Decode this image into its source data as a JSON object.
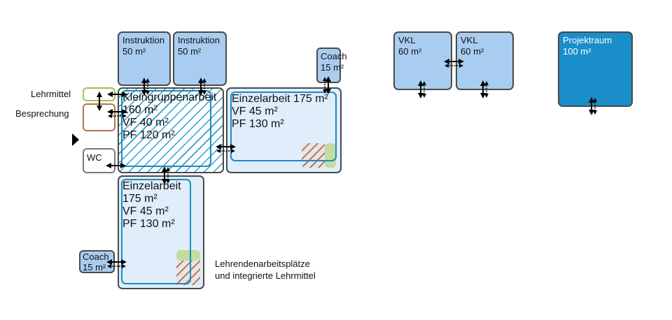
{
  "diagram": {
    "rooms": {
      "instruktion_1": {
        "name": "Instruktion",
        "area": "50 m²"
      },
      "instruktion_2": {
        "name": "Instruktion",
        "area": "50 m²"
      },
      "coach_top": {
        "name": "Coach",
        "area": "15 m²"
      },
      "coach_bottom": {
        "name": "Coach",
        "area": "15 m²"
      },
      "vkl_1": {
        "name": "VKL",
        "area": "60 m²"
      },
      "vkl_2": {
        "name": "VKL",
        "area": "60 m²"
      },
      "projektraum": {
        "name": "Projektraum",
        "area": "100 m²"
      },
      "wc": {
        "name": "WC"
      },
      "kleingruppenarbeit": {
        "name": "Kleingruppenarbeit",
        "area": "160 m²",
        "vf": "VF 40 m²",
        "pf": "PF 120 m²"
      },
      "einzelarbeit_right": {
        "name": "Einzelarbeit 175 m²",
        "vf": "VF 45 m²",
        "pf": "PF 130 m²"
      },
      "einzelarbeit_bottom": {
        "name": "Einzelarbeit 175 m²",
        "vf": "VF 45 m²",
        "pf": "PF 130 m²"
      }
    },
    "side_labels": {
      "lehrmittel": "Lehrmittel",
      "besprechung": "Besprechung"
    },
    "annotation": {
      "line1": "Lehrendenarbeitsplätze",
      "line2": "und integrierte Lehrmittel"
    },
    "colors": {
      "room_blue": "#a9cdf0",
      "room_dark_blue": "#1a8ec8",
      "room_pale": "#dfeefa",
      "inner_border": "#1a8cc0",
      "lehrmittel_border": "#9cc25a",
      "besprechung_border": "#b8744a",
      "workplace_green": "#c3dca0",
      "workplace_hatch": "#c0693a"
    }
  }
}
